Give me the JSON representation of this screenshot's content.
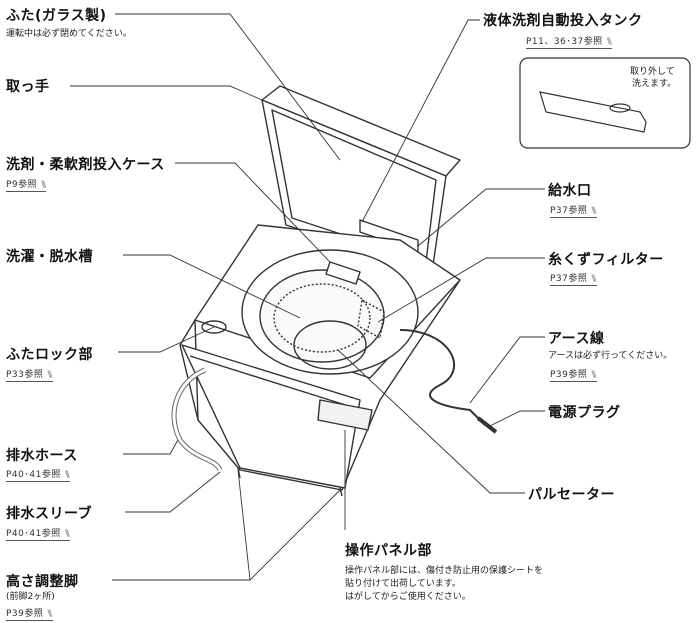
{
  "labels": {
    "lid": {
      "name": "ふた(ガラス製)",
      "note": "運転中は必ず閉めてください。"
    },
    "handle": {
      "name": "取っ手"
    },
    "detergent_case": {
      "name": "洗剤・柔軟剤投入ケース",
      "ref": "P9参照"
    },
    "tub": {
      "name": "洗濯・脱水槽"
    },
    "lid_lock": {
      "name": "ふたロック部",
      "ref": "P33参照"
    },
    "drain_hose": {
      "name": "排水ホース",
      "ref": "P40･41参照"
    },
    "drain_sleeve": {
      "name": "排水スリーブ",
      "ref": "P40･41参照"
    },
    "leveling_feet": {
      "name": "高さ調整脚",
      "note": "(前脚2ヶ所)",
      "ref": "P39参照"
    },
    "liquid_tank": {
      "name": "液体洗剤自動投入タンク",
      "ref": "P11、36･37参照",
      "inset_note_1": "取り外して",
      "inset_note_2": "洗えます。"
    },
    "water_inlet": {
      "name": "給水口",
      "ref": "P37参照"
    },
    "lint_filter": {
      "name": "糸くずフィルター",
      "ref": "P37参照"
    },
    "earth_wire": {
      "name": "アース線",
      "note": "アースは必ず行ってください。",
      "ref": "P39参照"
    },
    "power_plug": {
      "name": "電源プラグ"
    },
    "pulsator": {
      "name": "パルセーター"
    },
    "control_panel": {
      "name": "操作パネル部",
      "note_1": "操作パネル部には、傷付き防止用の保護シートを",
      "note_2": "貼り付けて出荷しています。",
      "note_3": "はがしてからご使用ください。"
    }
  }
}
